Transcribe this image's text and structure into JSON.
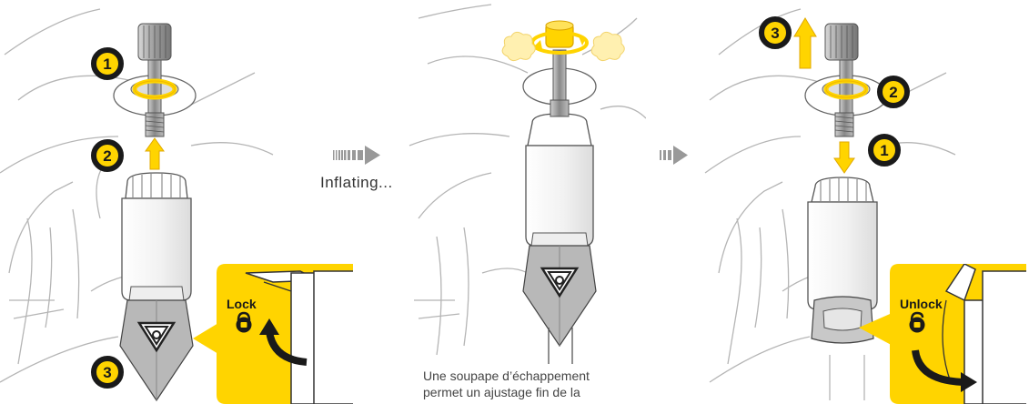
{
  "panel1": {
    "steps": [
      "1",
      "2",
      "3"
    ],
    "lock_label": "Lock"
  },
  "arrow1": {
    "text": "Inflating..."
  },
  "panel2": {
    "caption_line1": "Une soupape d’échappement",
    "caption_line2": "permet un ajustage fin de la"
  },
  "panel3": {
    "steps": [
      "1",
      "2",
      "3"
    ],
    "unlock_label": "Unlock"
  },
  "colors": {
    "accent": "#FFD400",
    "accent_dark": "#F0B800",
    "badge": "#1a1a1a",
    "line": "#555555",
    "sketch": "#b5b5b5"
  },
  "icons": [
    "lock-icon",
    "unlock-icon",
    "curved-arrow-icon",
    "up-arrow-icon",
    "down-arrow-icon",
    "striped-arrow-icon",
    "rotation-ring-icon",
    "pressure-puff-icon",
    "topeak-logo-icon"
  ]
}
